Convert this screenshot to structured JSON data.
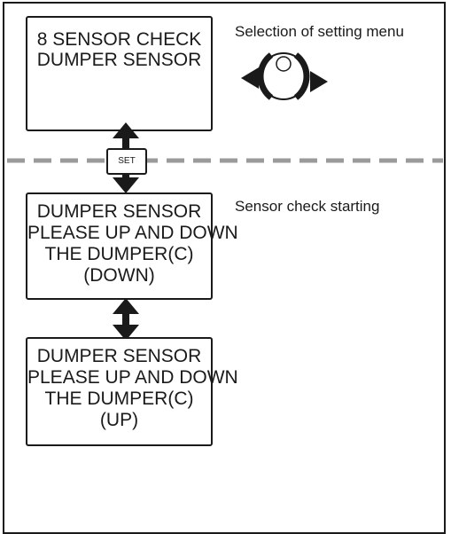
{
  "screens": [
    {
      "lines": [
        "8 SENSOR CHECK",
        "DUMPER SENSOR"
      ]
    },
    {
      "lines": [
        "DUMPER SENSOR",
        "PLEASE UP AND DOWN",
        "THE DUMPER(C)",
        "(DOWN)"
      ]
    },
    {
      "lines": [
        "DUMPER SENSOR",
        "PLEASE UP AND DOWN",
        "THE DUMPER(C)",
        "(UP)"
      ]
    }
  ],
  "notes": {
    "menu_selection": "Selection of setting menu",
    "check_start": "Sensor check starting"
  },
  "set_button": {
    "label": "SET"
  },
  "icons": [
    "rotary-dial-icon",
    "double-arrow-icon"
  ],
  "colors": {
    "line": "#1a1a1a",
    "dashed_divider": "#9a9a9a"
  }
}
